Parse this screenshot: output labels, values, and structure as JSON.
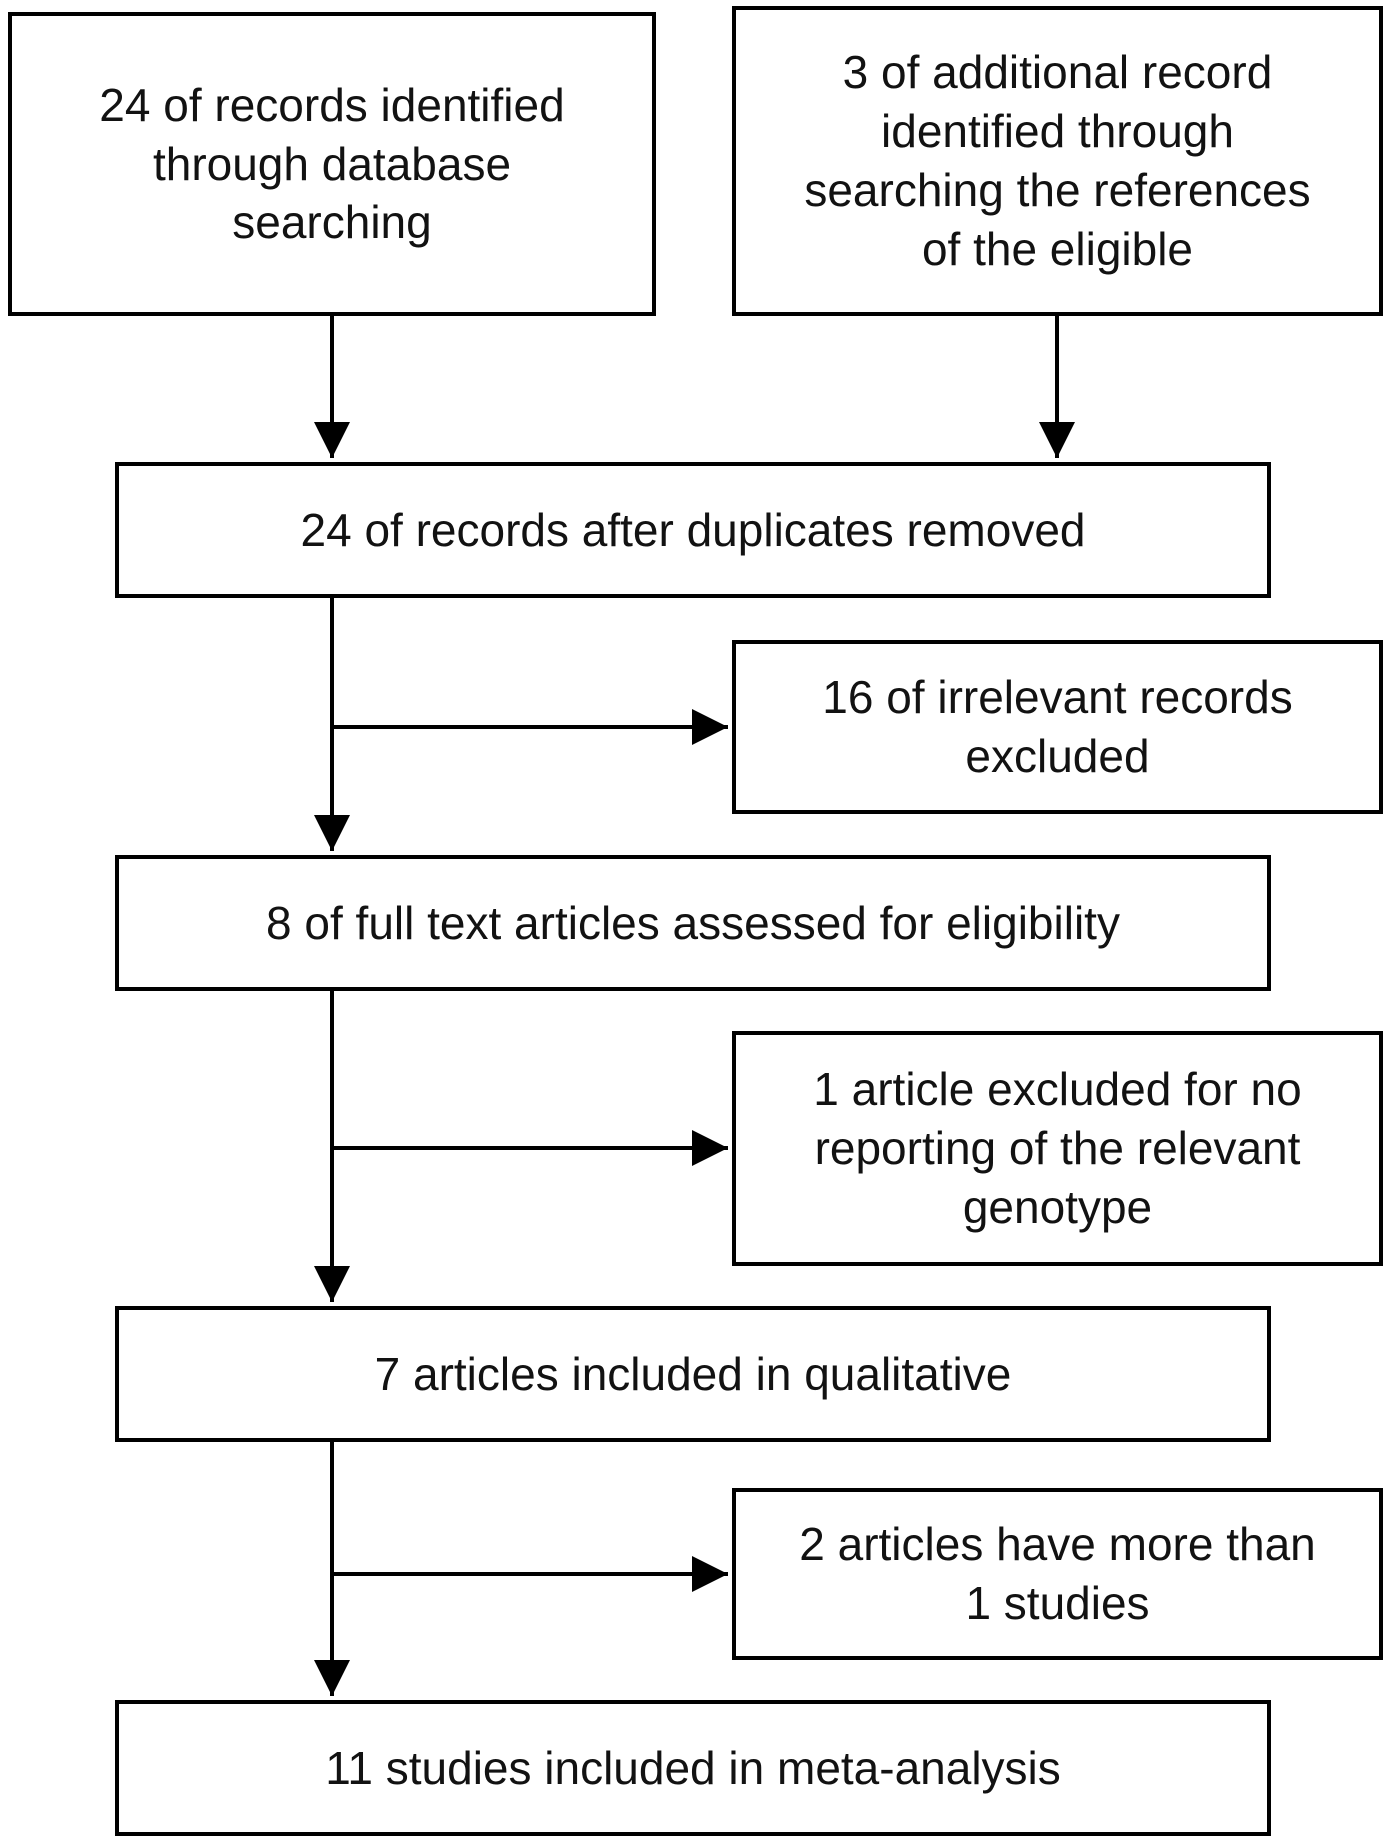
{
  "diagram": {
    "type": "flowchart",
    "boxes": {
      "records_identified": "24 of records identified\nthrough database\nsearching",
      "additional_records": "3 of additional record\nidentified through\nsearching the references\nof the eligible",
      "duplicates_removed": "24 of records after duplicates removed",
      "irrelevant_excluded": "16 of irrelevant records\nexcluded",
      "fulltext_assessed": "8 of full text articles assessed for eligibility",
      "article_excluded": "1 article excluded for no\nreporting of the relevant\ngenotype",
      "qualitative_included": "7 articles included in qualitative",
      "multiple_studies": "2 articles have more than\n1 studies",
      "meta_analysis": "11 studies included in meta-analysis"
    },
    "edges": [
      {
        "from": "records_identified",
        "to": "duplicates_removed"
      },
      {
        "from": "additional_records",
        "to": "duplicates_removed"
      },
      {
        "from": "duplicates_removed",
        "to": "irrelevant_excluded"
      },
      {
        "from": "duplicates_removed",
        "to": "fulltext_assessed"
      },
      {
        "from": "fulltext_assessed",
        "to": "article_excluded"
      },
      {
        "from": "fulltext_assessed",
        "to": "qualitative_included"
      },
      {
        "from": "qualitative_included",
        "to": "multiple_studies"
      },
      {
        "from": "qualitative_included",
        "to": "meta_analysis"
      }
    ],
    "colors": {
      "border": "#000000",
      "background": "#ffffff",
      "text": "#121212"
    }
  }
}
